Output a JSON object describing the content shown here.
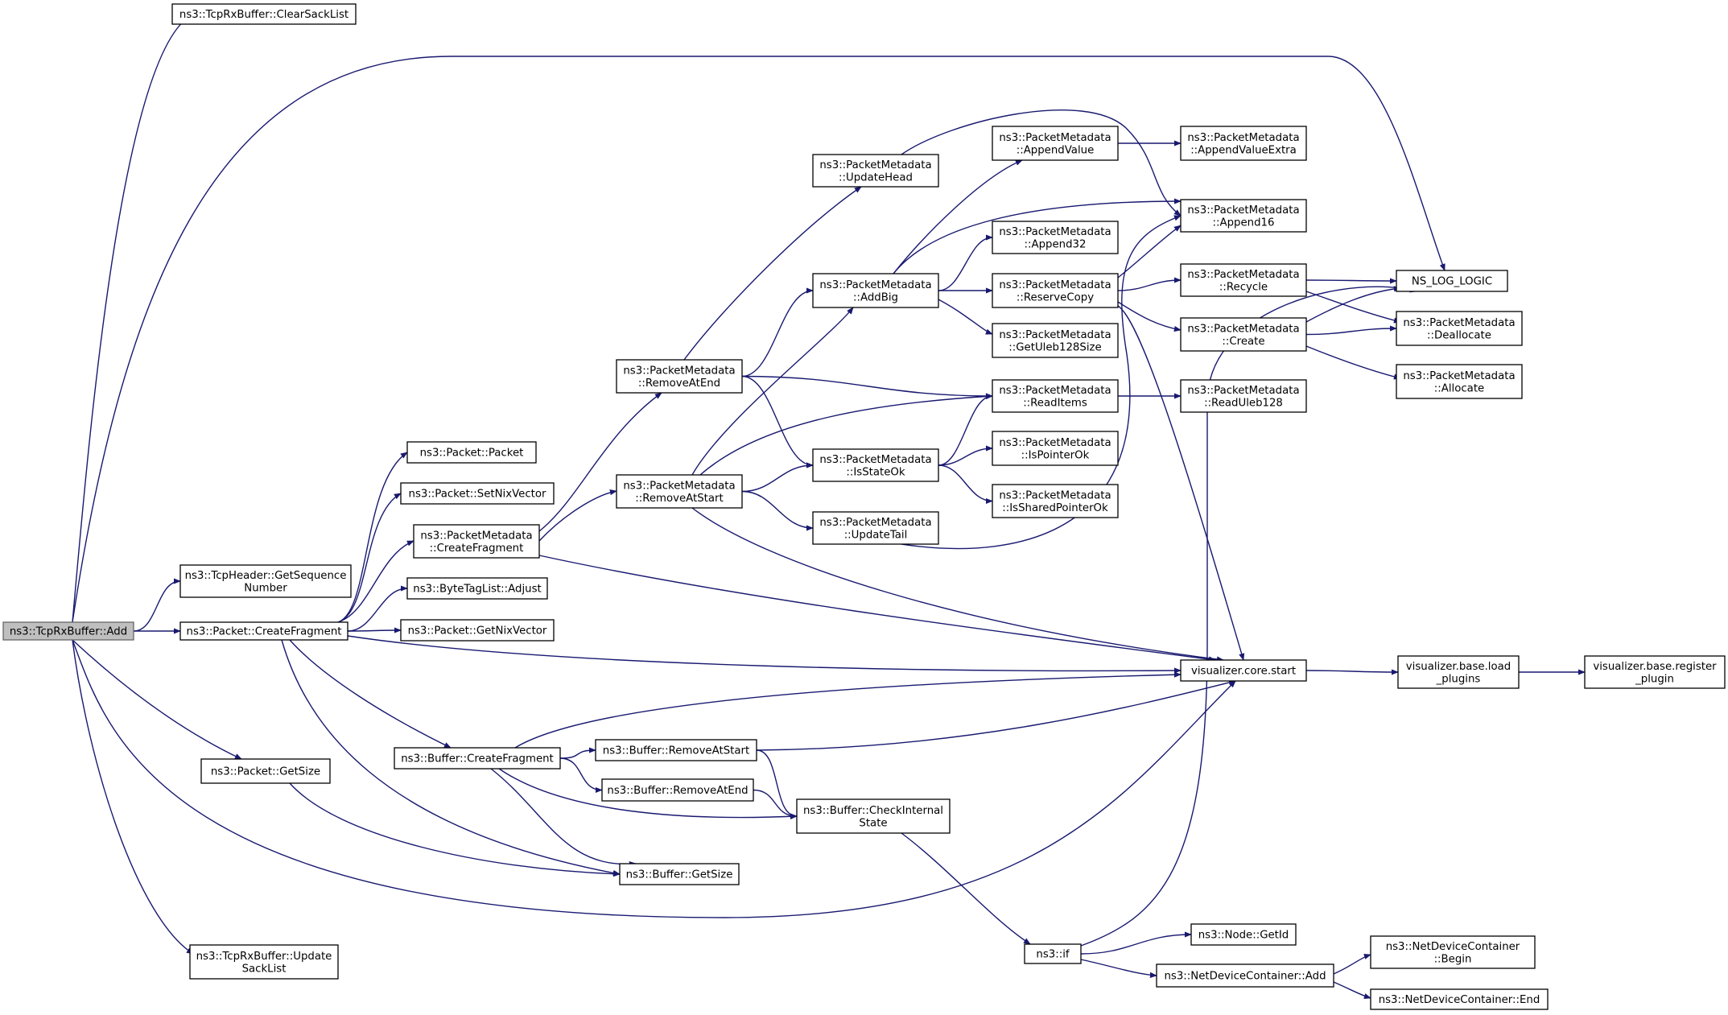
{
  "nodes": {
    "root": [
      "ns3::TcpRxBuffer::Add"
    ],
    "clearSack": [
      "ns3::TcpRxBuffer::ClearSackList"
    ],
    "getSeq": [
      "ns3::TcpHeader::GetSequence",
      "Number"
    ],
    "pktCreateFrag": [
      "ns3::Packet::CreateFragment"
    ],
    "pktGetSize": [
      "ns3::Packet::GetSize"
    ],
    "updateSack": [
      "ns3::TcpRxBuffer::Update",
      "SackList"
    ],
    "pktPacket": [
      "ns3::Packet::Packet"
    ],
    "setNix": [
      "ns3::Packet::SetNixVector"
    ],
    "pmCreateFrag": [
      "ns3::PacketMetadata",
      "::CreateFragment"
    ],
    "btlAdjust": [
      "ns3::ByteTagList::Adjust"
    ],
    "getNix": [
      "ns3::Packet::GetNixVector"
    ],
    "bufCreateFrag": [
      "ns3::Buffer::CreateFragment"
    ],
    "bufGetSize": [
      "ns3::Buffer::GetSize"
    ],
    "pmRemoveAtEnd": [
      "ns3::PacketMetadata",
      "::RemoveAtEnd"
    ],
    "pmRemoveAtStart": [
      "ns3::PacketMetadata",
      "::RemoveAtStart"
    ],
    "bufRemoveAtStart": [
      "ns3::Buffer::RemoveAtStart"
    ],
    "bufRemoveAtEnd": [
      "ns3::Buffer::RemoveAtEnd"
    ],
    "pmUpdateHead": [
      "ns3::PacketMetadata",
      "::UpdateHead"
    ],
    "pmAddBig": [
      "ns3::PacketMetadata",
      "::AddBig"
    ],
    "pmIsStateOk": [
      "ns3::PacketMetadata",
      "::IsStateOk"
    ],
    "pmUpdateTail": [
      "ns3::PacketMetadata",
      "::UpdateTail"
    ],
    "bufCheck": [
      "ns3::Buffer::CheckInternal",
      "State"
    ],
    "pmAppendValue": [
      "ns3::PacketMetadata",
      "::AppendValue"
    ],
    "pmAppend32": [
      "ns3::PacketMetadata",
      "::Append32"
    ],
    "pmReserveCopy": [
      "ns3::PacketMetadata",
      "::ReserveCopy"
    ],
    "pmGetUleb": [
      "ns3::PacketMetadata",
      "::GetUleb128Size"
    ],
    "pmReadItems": [
      "ns3::PacketMetadata",
      "::ReadItems"
    ],
    "pmIsPointerOk": [
      "ns3::PacketMetadata",
      "::IsPointerOk"
    ],
    "pmIsShared": [
      "ns3::PacketMetadata",
      "::IsSharedPointerOk"
    ],
    "ns3if": [
      "ns3::if"
    ],
    "pmAppendValueExtra": [
      "ns3::PacketMetadata",
      "::AppendValueExtra"
    ],
    "pmAppend16": [
      "ns3::PacketMetadata",
      "::Append16"
    ],
    "pmRecycle": [
      "ns3::PacketMetadata",
      "::Recycle"
    ],
    "pmCreate": [
      "ns3::PacketMetadata",
      "::Create"
    ],
    "pmReadUleb": [
      "ns3::PacketMetadata",
      "::ReadUleb128"
    ],
    "vizStart": [
      "visualizer.core.start"
    ],
    "nodeGetId": [
      "ns3::Node::GetId"
    ],
    "ndcAdd": [
      "ns3::NetDeviceContainer::Add"
    ],
    "nsLogLogic": [
      "NS_LOG_LOGIC"
    ],
    "pmDealloc": [
      "ns3::PacketMetadata",
      "::Deallocate"
    ],
    "pmAlloc": [
      "ns3::PacketMetadata",
      "::Allocate"
    ],
    "vizLoad": [
      "visualizer.base.load",
      "_plugins"
    ],
    "ndcBegin": [
      "ns3::NetDeviceContainer",
      "::Begin"
    ],
    "ndcEnd": [
      "ns3::NetDeviceContainer::End"
    ],
    "vizRegister": [
      "visualizer.base.register",
      "_plugin"
    ]
  },
  "edges": [
    [
      "root",
      "clearSack"
    ],
    [
      "root",
      "nsLogLogic"
    ],
    [
      "root",
      "getSeq"
    ],
    [
      "root",
      "pktCreateFrag"
    ],
    [
      "root",
      "pktGetSize"
    ],
    [
      "root",
      "vizStart"
    ],
    [
      "root",
      "updateSack"
    ],
    [
      "pktCreateFrag",
      "pktPacket"
    ],
    [
      "pktCreateFrag",
      "setNix"
    ],
    [
      "pktCreateFrag",
      "pmCreateFrag"
    ],
    [
      "pktCreateFrag",
      "btlAdjust"
    ],
    [
      "pktCreateFrag",
      "getNix"
    ],
    [
      "pktCreateFrag",
      "vizStart"
    ],
    [
      "pktCreateFrag",
      "bufCreateFrag"
    ],
    [
      "pktCreateFrag",
      "bufGetSize"
    ],
    [
      "pktGetSize",
      "bufGetSize"
    ],
    [
      "pmCreateFrag",
      "pmRemoveAtEnd"
    ],
    [
      "pmCreateFrag",
      "pmRemoveAtStart"
    ],
    [
      "pmCreateFrag",
      "vizStart"
    ],
    [
      "bufCreateFrag",
      "vizStart"
    ],
    [
      "bufCreateFrag",
      "bufRemoveAtStart"
    ],
    [
      "bufCreateFrag",
      "bufRemoveAtEnd"
    ],
    [
      "bufCreateFrag",
      "bufCheck"
    ],
    [
      "bufCreateFrag",
      "bufGetSize"
    ],
    [
      "pmRemoveAtEnd",
      "pmUpdateHead"
    ],
    [
      "pmRemoveAtEnd",
      "pmAddBig"
    ],
    [
      "pmRemoveAtEnd",
      "pmReadItems"
    ],
    [
      "pmRemoveAtEnd",
      "pmIsStateOk"
    ],
    [
      "pmRemoveAtStart",
      "pmAddBig"
    ],
    [
      "pmRemoveAtStart",
      "pmReadItems"
    ],
    [
      "pmRemoveAtStart",
      "pmIsStateOk"
    ],
    [
      "pmRemoveAtStart",
      "pmUpdateTail"
    ],
    [
      "pmRemoveAtStart",
      "vizStart"
    ],
    [
      "bufRemoveAtStart",
      "vizStart"
    ],
    [
      "bufRemoveAtStart",
      "bufCheck"
    ],
    [
      "bufRemoveAtEnd",
      "bufCheck"
    ],
    [
      "pmUpdateHead",
      "pmAppend16"
    ],
    [
      "pmAddBig",
      "pmAppendValue"
    ],
    [
      "pmAddBig",
      "pmAppend16"
    ],
    [
      "pmAddBig",
      "pmAppend32"
    ],
    [
      "pmAddBig",
      "pmReserveCopy"
    ],
    [
      "pmAddBig",
      "pmGetUleb"
    ],
    [
      "pmIsStateOk",
      "pmReadItems"
    ],
    [
      "pmIsStateOk",
      "pmIsPointerOk"
    ],
    [
      "pmIsStateOk",
      "pmIsShared"
    ],
    [
      "pmUpdateTail",
      "pmAppend16"
    ],
    [
      "bufCheck",
      "ns3if"
    ],
    [
      "pmAppendValue",
      "pmAppendValueExtra"
    ],
    [
      "pmReserveCopy",
      "pmAppend16"
    ],
    [
      "pmReserveCopy",
      "pmRecycle"
    ],
    [
      "pmReserveCopy",
      "pmCreate"
    ],
    [
      "pmReserveCopy",
      "vizStart"
    ],
    [
      "pmReadItems",
      "pmReadUleb"
    ],
    [
      "ns3if",
      "nsLogLogic"
    ],
    [
      "ns3if",
      "nodeGetId"
    ],
    [
      "ns3if",
      "ndcAdd"
    ],
    [
      "pmRecycle",
      "nsLogLogic"
    ],
    [
      "pmRecycle",
      "pmDealloc"
    ],
    [
      "pmCreate",
      "nsLogLogic"
    ],
    [
      "pmCreate",
      "pmDealloc"
    ],
    [
      "pmCreate",
      "pmAlloc"
    ],
    [
      "vizStart",
      "vizLoad"
    ],
    [
      "vizLoad",
      "vizRegister"
    ],
    [
      "ndcAdd",
      "ndcBegin"
    ],
    [
      "ndcAdd",
      "ndcEnd"
    ]
  ]
}
